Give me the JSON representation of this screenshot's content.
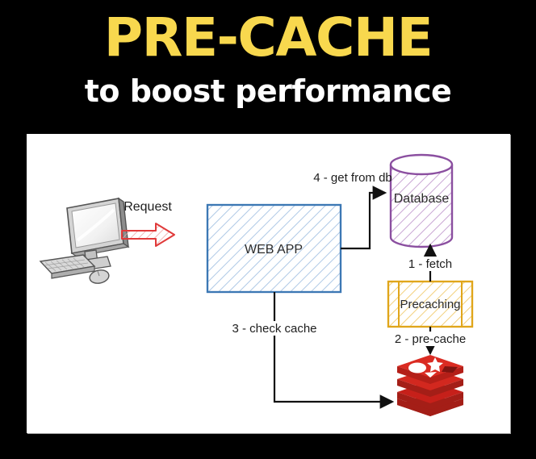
{
  "title": {
    "main": "PRE-CACHE",
    "sub": "to boost performance",
    "main_color": "#F8D84E",
    "sub_color": "#FFFFFF",
    "background_color": "#000000"
  },
  "diagram": {
    "panel_background": "#FFFFFF",
    "nodes": [
      {
        "id": "client",
        "label": "",
        "icon": "desktop-computer-icon",
        "color": "#808080"
      },
      {
        "id": "web-app",
        "label": "WEB APP",
        "shape": "rectangle",
        "border_color": "#3C78B4",
        "hatch_color": "#AFC9E6"
      },
      {
        "id": "database",
        "label": "Database",
        "shape": "cylinder",
        "border_color": "#8B4FA0",
        "hatch_color": "#C9A6D4"
      },
      {
        "id": "precaching",
        "label": "Precaching",
        "shape": "process",
        "border_color": "#E0A61B",
        "hatch_color": "#F5D88A"
      },
      {
        "id": "redis",
        "label": "",
        "icon": "redis-logo-icon",
        "color": "#D22721"
      }
    ],
    "edges": [
      {
        "id": "request",
        "label": "Request",
        "from": "client",
        "to": "web-app",
        "style": "block-arrow",
        "color": "#E03A3A"
      },
      {
        "id": "get-from-db",
        "label": "4 - get from db",
        "from": "web-app",
        "to": "database",
        "color": "#111111"
      },
      {
        "id": "fetch",
        "label": "1 - fetch",
        "from": "precaching",
        "to": "database",
        "color": "#111111"
      },
      {
        "id": "pre-cache",
        "label": "2 - pre-cache",
        "from": "precaching",
        "to": "redis",
        "color": "#111111"
      },
      {
        "id": "check-cache",
        "label": "3 - check cache",
        "from": "web-app",
        "to": "redis",
        "color": "#111111"
      }
    ]
  }
}
